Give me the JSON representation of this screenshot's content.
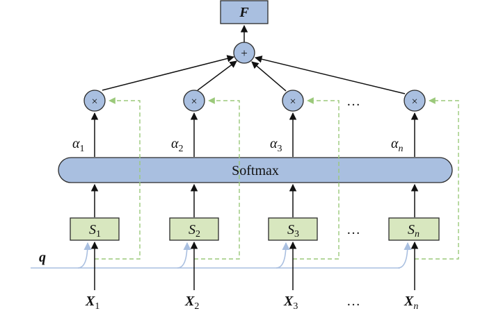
{
  "output": {
    "symbol": "F"
  },
  "sum_node": {
    "symbol": "+"
  },
  "multiply_nodes": [
    {
      "symbol": "×"
    },
    {
      "symbol": "×"
    },
    {
      "symbol": "×"
    },
    {
      "symbol": "×"
    }
  ],
  "weights": [
    {
      "base": "α",
      "sub": "1"
    },
    {
      "base": "α",
      "sub": "2"
    },
    {
      "base": "α",
      "sub": "3"
    },
    {
      "base": "α",
      "sub": "n"
    }
  ],
  "softmax": {
    "label": "Softmax"
  },
  "score_nodes": [
    {
      "base": "S",
      "sub": "1"
    },
    {
      "base": "S",
      "sub": "2"
    },
    {
      "base": "S",
      "sub": "3"
    },
    {
      "base": "S",
      "sub": "n"
    }
  ],
  "inputs": [
    {
      "base": "X",
      "sub": "1"
    },
    {
      "base": "X",
      "sub": "2"
    },
    {
      "base": "X",
      "sub": "3"
    },
    {
      "base": "X",
      "sub": "n"
    }
  ],
  "query": {
    "label": "q"
  },
  "ellipsis": "…",
  "colors": {
    "node_fill": "#a9bfe0",
    "node_stroke": "#2b2b2b",
    "score_fill": "#d8e7bf",
    "green_dash": "#9bc97a",
    "blue_query": "#a9bfe0",
    "arrow": "#111111"
  }
}
